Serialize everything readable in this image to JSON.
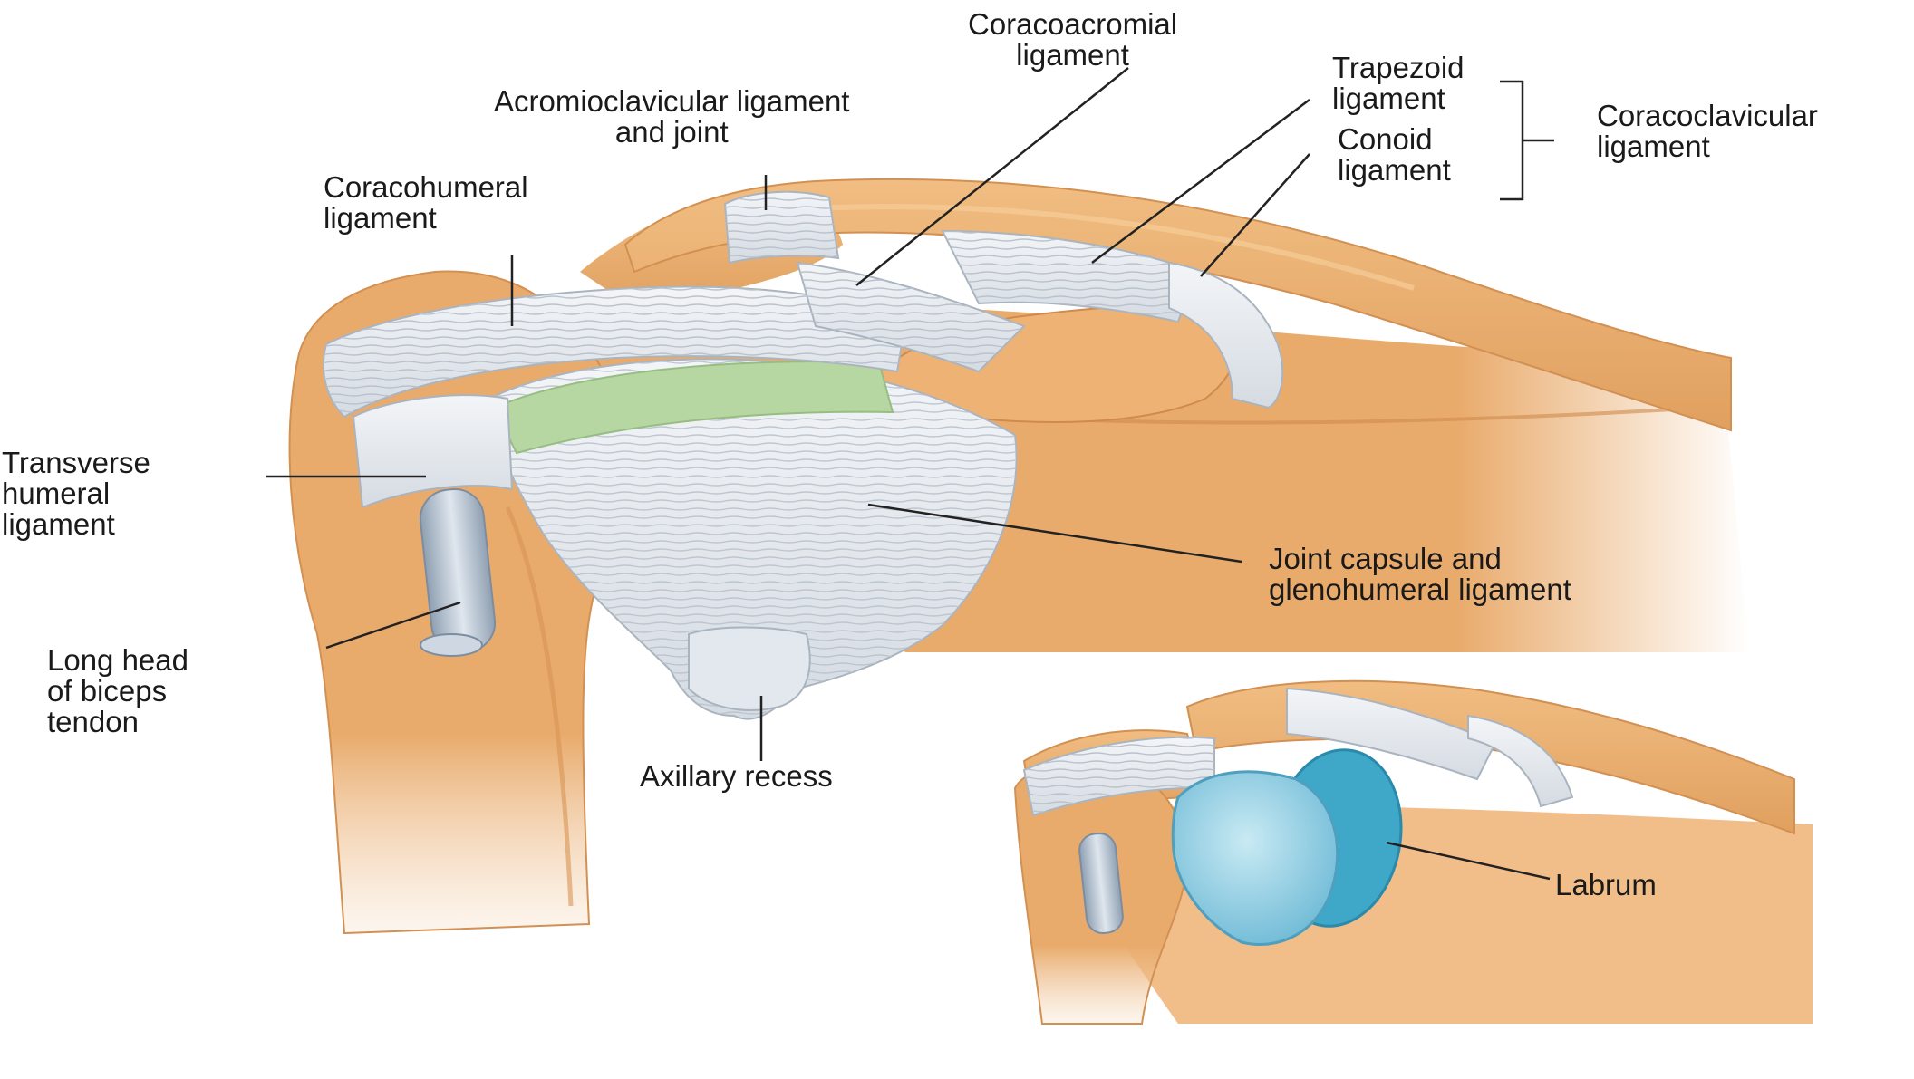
{
  "labels": {
    "coracoacromial": [
      "Coracoacromial",
      "ligament"
    ],
    "trapezoid": [
      "Trapezoid",
      "ligament"
    ],
    "conoid": [
      "Conoid",
      "ligament"
    ],
    "coracoclavicular": [
      "Coracoclavicular",
      "ligament"
    ],
    "acromioclavicular": [
      "Acromioclavicular ligament",
      "and joint"
    ],
    "coracohumeral": [
      "Coracohumeral",
      "ligament"
    ],
    "transverse_humeral": [
      "Transverse",
      "humeral",
      "ligament"
    ],
    "joint_capsule": [
      "Joint capsule and",
      "glenohumeral ligament"
    ],
    "long_head_biceps": [
      "Long head",
      "of biceps",
      "tendon"
    ],
    "axillary_recess": [
      "Axillary recess"
    ],
    "labrum": [
      "Labrum"
    ]
  },
  "colors": {
    "bone": "#e9ab6c",
    "bone_shade": "#d58f4e",
    "ligament": "#e6e9ee",
    "ligament_stripe": "#b9c2cc",
    "glenohumeral_band": "#b6d6a2",
    "cartilage": "#9fd3e6",
    "labrum": "#3fa8c9",
    "leader_line": "#222222"
  }
}
